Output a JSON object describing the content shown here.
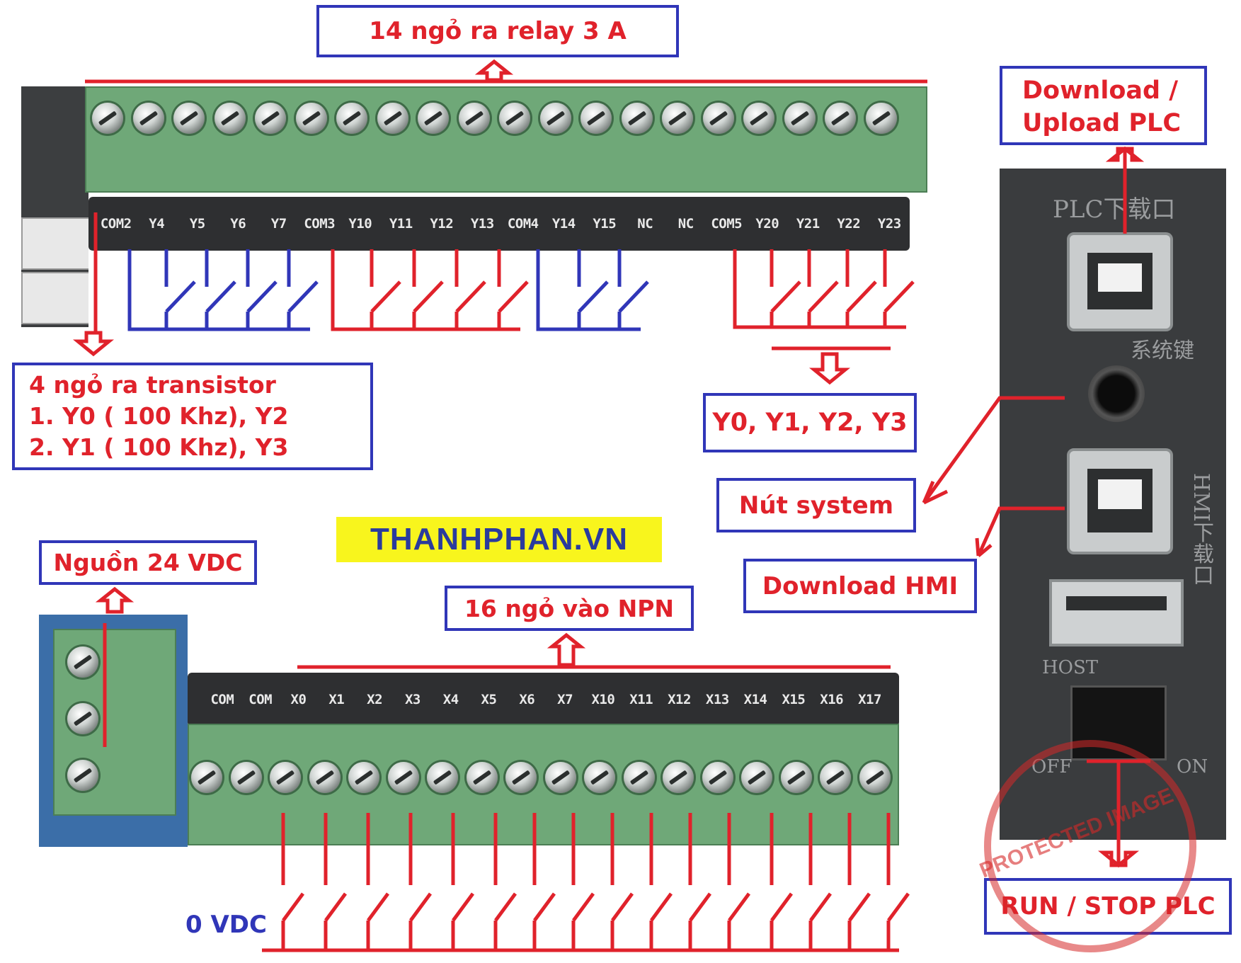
{
  "labels": {
    "relay_outputs": "14 ngỏ ra relay 3 A",
    "transistor_outputs": [
      "4 ngỏ ra transistor",
      "1. Y0 ( 100 Khz), Y2",
      "2. Y1 ( 100 Khz), Y3"
    ],
    "fast_outputs": "Y0, Y1, Y2, Y3",
    "download_plc": [
      "Download /",
      "Upload PLC"
    ],
    "system_button": "Nút system",
    "download_hmi": "Download HMI",
    "power": "Nguồn 24 VDC",
    "npn_inputs": "16 ngỏ vào NPN",
    "zero_vdc": "0 VDC",
    "run_stop": "RUN / STOP PLC",
    "brand": "THANHPHAN.VN"
  },
  "output_terminals": [
    "COM2",
    "Y4",
    "Y5",
    "Y6",
    "Y7",
    "COM3",
    "Y10",
    "Y11",
    "Y12",
    "Y13",
    "COM4",
    "Y14",
    "Y15",
    "NC",
    "NC",
    "COM5",
    "Y20",
    "Y21",
    "Y22",
    "Y23"
  ],
  "input_terminals": [
    "COM",
    "COM",
    "X0",
    "X1",
    "X2",
    "X3",
    "X4",
    "X5",
    "X6",
    "X7",
    "X10",
    "X11",
    "X12",
    "X13",
    "X14",
    "X15",
    "X16",
    "X17"
  ],
  "device_markings": {
    "plc_port": "PLC下载口",
    "system_key": "系统键",
    "hmi_port": "HMI下载口",
    "host": "HOST",
    "off": "OFF",
    "on": "ON"
  },
  "watermark": "PROTECTED IMAGE",
  "colors": {
    "wire_red": "#e0222b",
    "wire_blue": "#3036b8",
    "terminal_green": "#6fa878",
    "strip_dark": "#2e2f31"
  }
}
